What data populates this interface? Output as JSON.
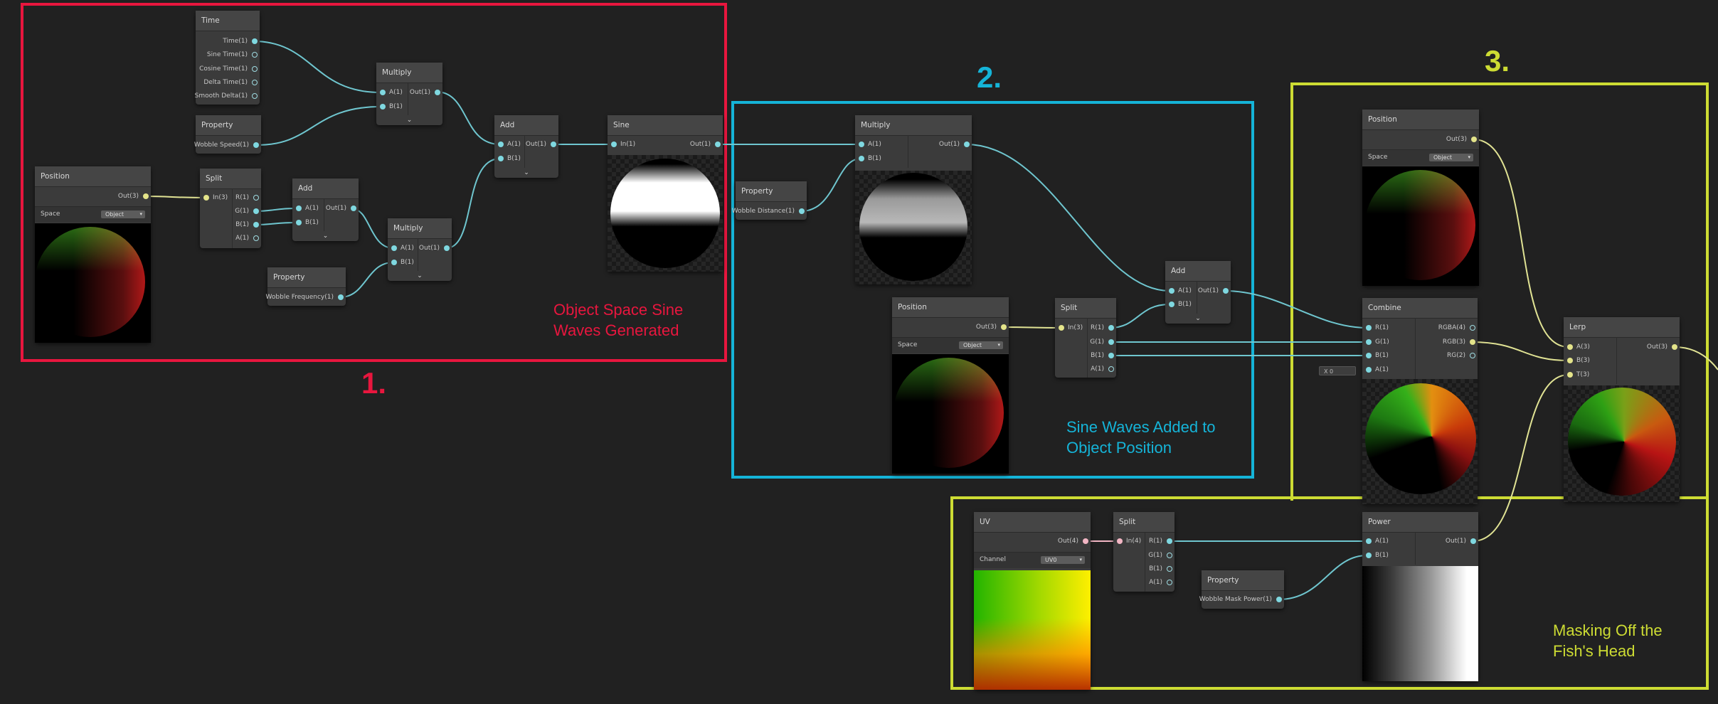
{
  "regions": {
    "r1": {
      "number": "1.",
      "caption_l1": "Object Space Sine",
      "caption_l2": "Waves Generated",
      "color": "#e8163e"
    },
    "r2": {
      "number": "2.",
      "caption_l1": "Sine Waves Added to",
      "caption_l2": "Object Position",
      "color": "#15b4d8"
    },
    "r3": {
      "number": "3.",
      "caption_l1": "Masking Off the",
      "caption_l2": "Fish's Head",
      "color": "#cddc33"
    }
  },
  "nodes": {
    "time": {
      "title": "Time",
      "o1": "Time(1)",
      "o2": "Sine Time(1)",
      "o3": "Cosine Time(1)",
      "o4": "Delta Time(1)",
      "o5": "Smooth Delta(1)"
    },
    "prop_speed": {
      "title": "Property",
      "o1": "Wobble Speed(1)"
    },
    "mul1": {
      "title": "Multiply",
      "i1": "A(1)",
      "i2": "B(1)",
      "o1": "Out(1)"
    },
    "pos1": {
      "title": "Position",
      "o1": "Out(3)",
      "space_label": "Space",
      "space_value": "Object"
    },
    "split1": {
      "title": "Split",
      "i1": "In(3)",
      "o1": "R(1)",
      "o2": "G(1)",
      "o3": "B(1)",
      "o4": "A(1)"
    },
    "add1": {
      "title": "Add",
      "i1": "A(1)",
      "i2": "B(1)",
      "o1": "Out(1)"
    },
    "mul2": {
      "title": "Multiply",
      "i1": "A(1)",
      "i2": "B(1)",
      "o1": "Out(1)"
    },
    "prop_freq": {
      "title": "Property",
      "o1": "Wobble Frequency(1)"
    },
    "add2": {
      "title": "Add",
      "i1": "A(1)",
      "i2": "B(1)",
      "o1": "Out(1)"
    },
    "sine": {
      "title": "Sine",
      "i1": "In(1)",
      "o1": "Out(1)"
    },
    "prop_dist": {
      "title": "Property",
      "o1": "Wobble Distance(1)"
    },
    "mul3": {
      "title": "Multiply",
      "i1": "A(1)",
      "i2": "B(1)",
      "o1": "Out(1)"
    },
    "pos2": {
      "title": "Position",
      "o1": "Out(3)",
      "space_label": "Space",
      "space_value": "Object"
    },
    "split2": {
      "title": "Split",
      "i1": "In(3)",
      "o1": "R(1)",
      "o2": "G(1)",
      "o3": "B(1)",
      "o4": "A(1)"
    },
    "add3": {
      "title": "Add",
      "i1": "A(1)",
      "i2": "B(1)",
      "o1": "Out(1)"
    },
    "pos3": {
      "title": "Position",
      "o1": "Out(3)",
      "space_label": "Space",
      "space_value": "Object"
    },
    "combine": {
      "title": "Combine",
      "i1": "R(1)",
      "i2": "G(1)",
      "i3": "B(1)",
      "i4": "A(1)",
      "o1": "RGBA(4)",
      "o2": "RGB(3)",
      "o3": "RG(2)",
      "a_field": "X 0"
    },
    "lerp": {
      "title": "Lerp",
      "i1": "A(3)",
      "i2": "B(3)",
      "i3": "T(3)",
      "o1": "Out(3)"
    },
    "uv": {
      "title": "UV",
      "o1": "Out(4)",
      "channel_label": "Channel",
      "channel_value": "UV0"
    },
    "split3": {
      "title": "Split",
      "i1": "In(4)",
      "o1": "R(1)",
      "o2": "G(1)",
      "o3": "B(1)",
      "o4": "A(1)"
    },
    "prop_mask": {
      "title": "Property",
      "o1": "Wobble Mask Power(1)"
    },
    "power": {
      "title": "Power",
      "i1": "A(1)",
      "i2": "B(1)",
      "o1": "Out(1)"
    }
  },
  "colors": {
    "wire_vector1": "#6fc6cf",
    "wire_vector3": "#e1e394",
    "canvas": "#212121",
    "node": "#3b3b3b"
  }
}
